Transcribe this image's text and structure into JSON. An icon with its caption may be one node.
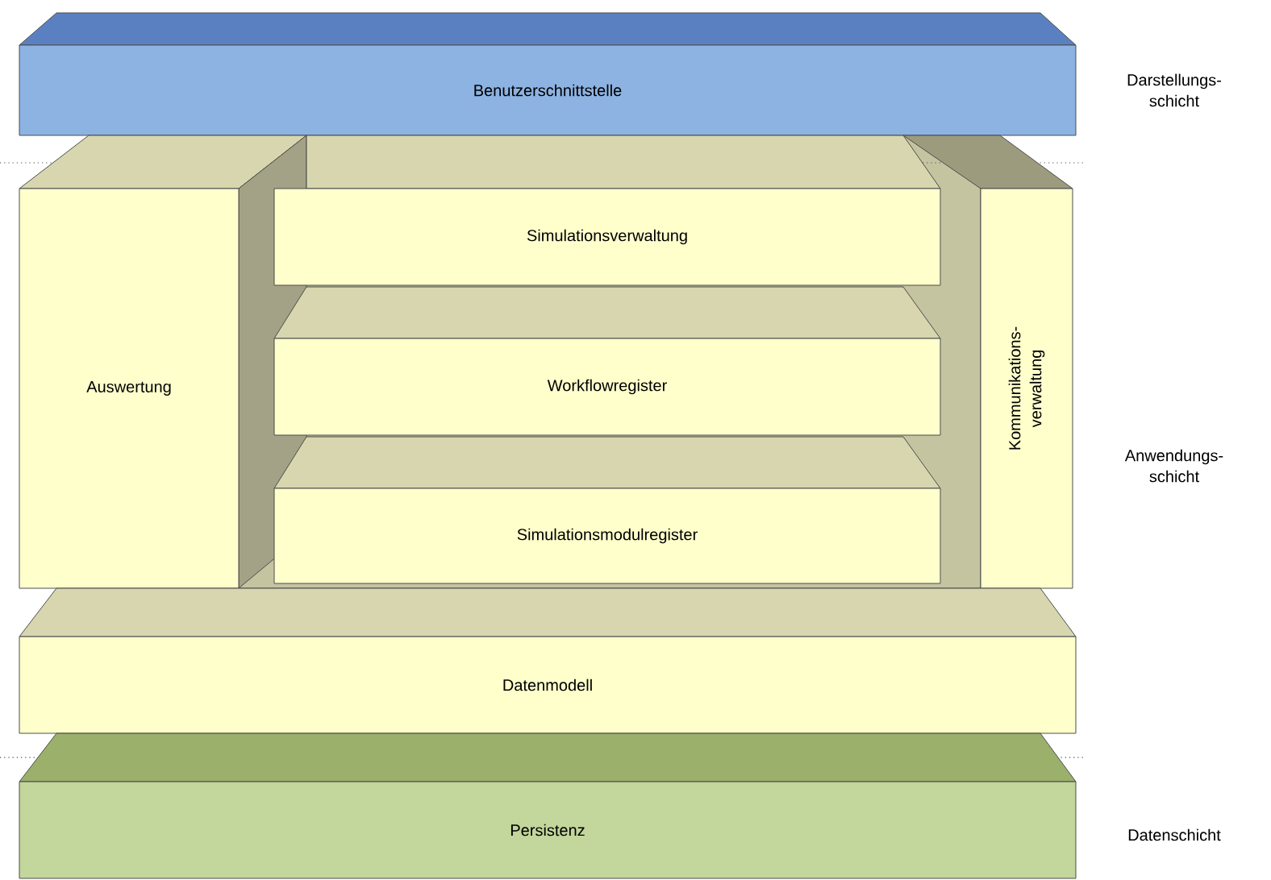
{
  "diagram": {
    "nodes": [
      {
        "text": [
          "Benutzerschnittstelle"
        ]
      },
      {
        "text": [
          "Auswertung"
        ]
      },
      {
        "text": [
          "Simulationsverwaltung"
        ]
      },
      {
        "text": [
          "Workflowregister"
        ]
      },
      {
        "text": [
          "Simulationsmodulregister"
        ]
      },
      {
        "text": [
          "Kommunikations- verwaltung"
        ]
      },
      {
        "text": [
          "Datenmodell"
        ]
      },
      {
        "text": [
          "Persistenz"
        ]
      }
    ],
    "labels": [
      "Darstellungs- schicht",
      "Anwendungs- schicht",
      "Datenschicht"
    ]
  }
}
